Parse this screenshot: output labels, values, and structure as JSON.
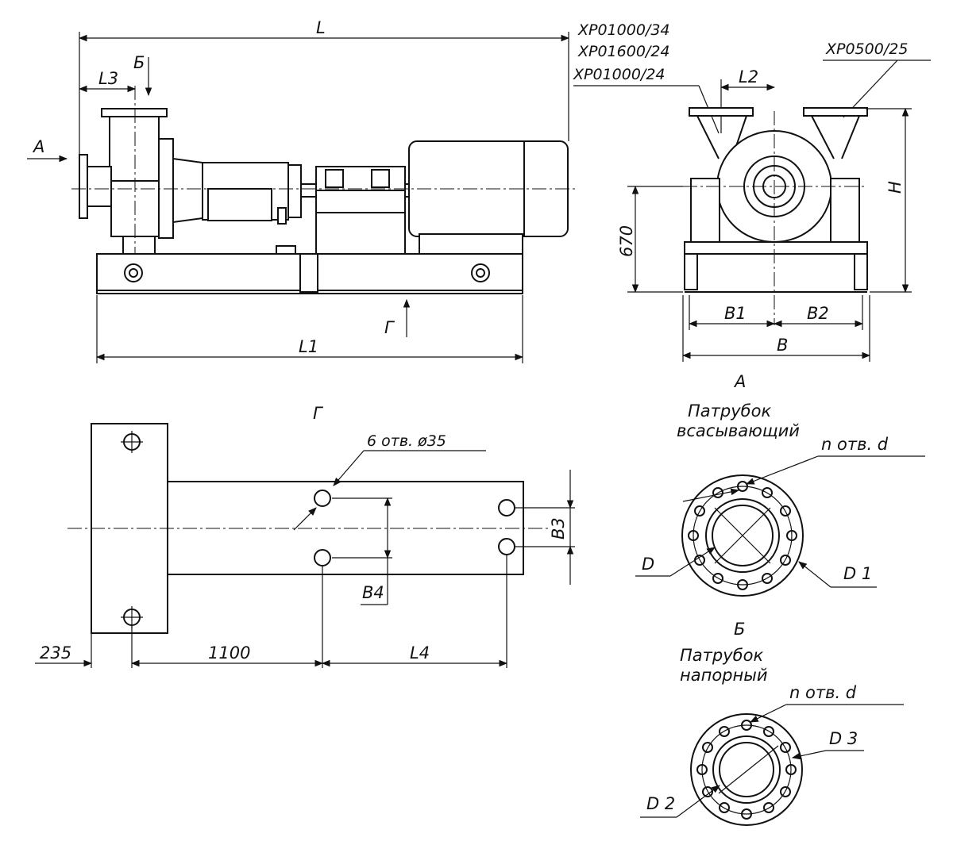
{
  "labels": {
    "L": "L",
    "L1": "L1",
    "L2": "L2",
    "L3": "L3",
    "L4": "L4",
    "A": "A",
    "B_cyr": "Б",
    "G_cyr": "Г",
    "H": "H",
    "dim_670": "670",
    "B": "B",
    "B1": "B1",
    "B2": "B2",
    "B3": "B3",
    "B4": "B4",
    "models_left": [
      "XP01000/34",
      "XP01600/24",
      "XP01000/24"
    ],
    "model_right": "XP0500/25",
    "holes": "6  отв.  ø35",
    "dim_235": "235",
    "dim_1100": "1100",
    "view_A": "A",
    "suction_line1": "Патрубок",
    "suction_line2": "всасывающий",
    "n_holes_d": "n   отв.  d",
    "D": "D",
    "D1": "D 1",
    "view_B": "Б",
    "discharge_line1": "Патрубок",
    "discharge_line2": "напорный",
    "n_holes_d2": "n   отв.  d",
    "D2": "D 2",
    "D3": "D 3"
  }
}
